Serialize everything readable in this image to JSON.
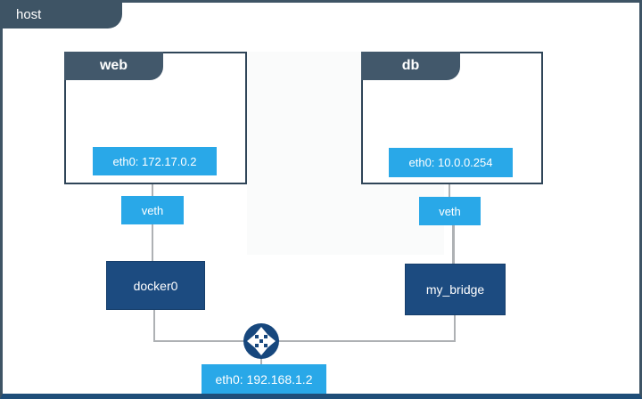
{
  "host": {
    "label": "host",
    "eth_label": "eth0: 192.168.1.2"
  },
  "containers": [
    {
      "label": "web",
      "eth_label": "eth0: 172.17.0.2",
      "veth_label": "veth",
      "bridge_label": "docker0"
    },
    {
      "label": "db",
      "eth_label": "eth0: 10.0.0.254",
      "veth_label": "veth",
      "bridge_label": "my_bridge"
    }
  ],
  "icons": {
    "router": "four-way-arrows-router-icon"
  },
  "colors": {
    "slate_tab": "#3e5465",
    "container_tab": "#42586b",
    "container_border": "#2f4558",
    "light_blue": "#29a8e8",
    "navy": "#1c4b80",
    "router_navy": "#17477d",
    "line_gray": "#aeb1b4",
    "bottom_border": "#1f4e79"
  }
}
